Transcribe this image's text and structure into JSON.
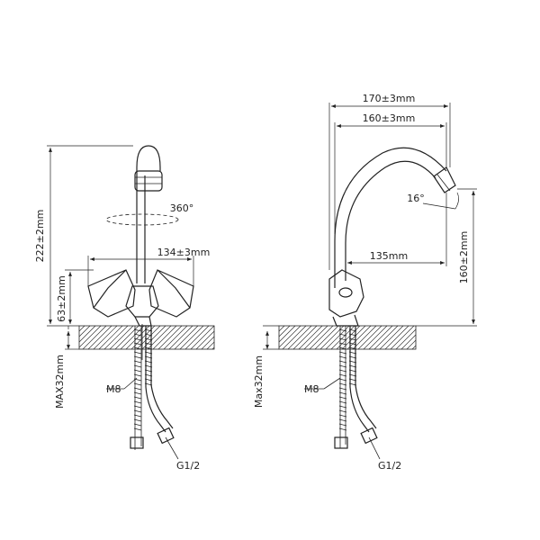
{
  "left_view": {
    "height_total": "222±2mm",
    "handle_height": "63±2mm",
    "handle_span": "134±3mm",
    "rotation": "360°",
    "mount_max": "MAX32mm",
    "thread": "M8",
    "connector": "G1/2"
  },
  "right_view": {
    "spout_reach_total": "170±3mm",
    "spout_reach": "160±3mm",
    "angle": "16°",
    "spout_offset": "135mm",
    "outlet_height": "160±2mm",
    "mount_max": "Max32mm",
    "thread": "M8",
    "connector": "G1/2"
  }
}
